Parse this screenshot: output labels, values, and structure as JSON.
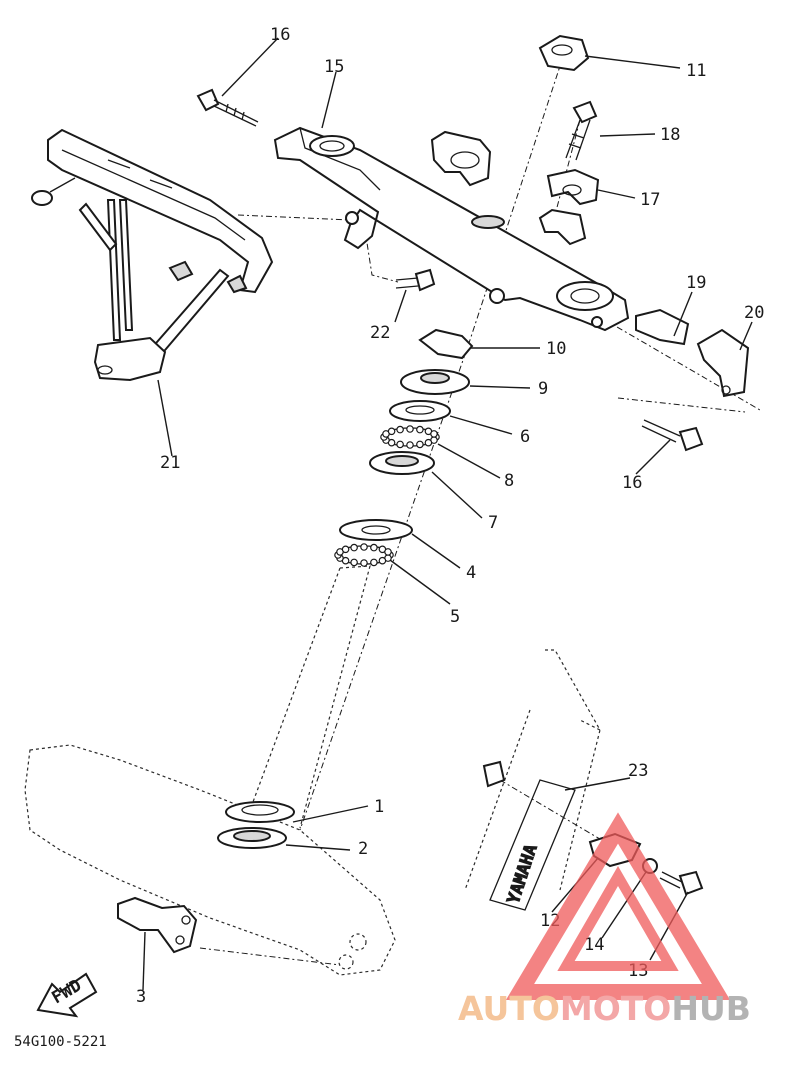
{
  "diagram": {
    "code": "54G100-5221",
    "fwd": "FWD",
    "brand_on_fork": "YAMAHA",
    "callouts": [
      "16",
      "15",
      "11",
      "18",
      "17",
      "22",
      "10",
      "9",
      "6",
      "8",
      "7",
      "4",
      "5",
      "1",
      "2",
      "3",
      "21",
      "19",
      "20",
      "16",
      "23",
      "12",
      "14",
      "13"
    ]
  },
  "watermark": {
    "part_a": "AUTO",
    "part_b": "MOTO",
    "part_c": "HUB",
    "color_a": "#f2b27a",
    "color_b": "#ef8a8a",
    "color_c": "#9a9a9a",
    "triangle_color": "#ef5a5a"
  }
}
